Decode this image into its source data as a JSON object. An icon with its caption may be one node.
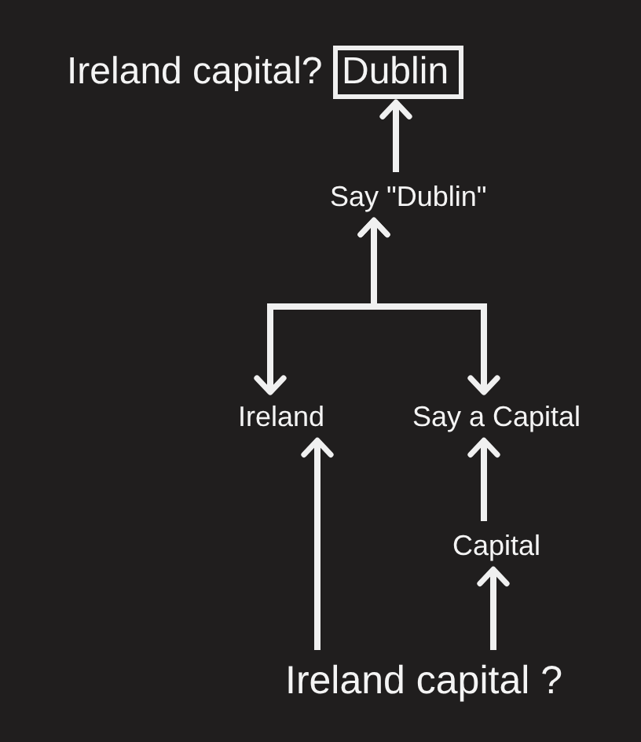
{
  "diagram": {
    "nodes": [
      {
        "text": [
          "Dublin"
        ],
        "beside": [
          "Ireland capital?"
        ]
      },
      {
        "text": [
          "Say \"Dublin\""
        ]
      },
      {
        "text": [
          "Ireland"
        ]
      },
      {
        "text": [
          "Say a Capital"
        ]
      },
      {
        "text": [
          "Capital"
        ]
      },
      {
        "text": [
          "Ireland capital ?"
        ]
      }
    ],
    "edges": [
      {
        "from": 1,
        "to": 0,
        "arrow": "to"
      },
      {
        "from": 1,
        "to": 2,
        "arrow": "both"
      },
      {
        "from": 1,
        "to": 3,
        "arrow": "both"
      },
      {
        "from": 5,
        "to": 2,
        "arrow": "to"
      },
      {
        "from": 5,
        "to": 4,
        "arrow": "to"
      },
      {
        "from": 4,
        "to": 3,
        "arrow": "to"
      }
    ]
  }
}
